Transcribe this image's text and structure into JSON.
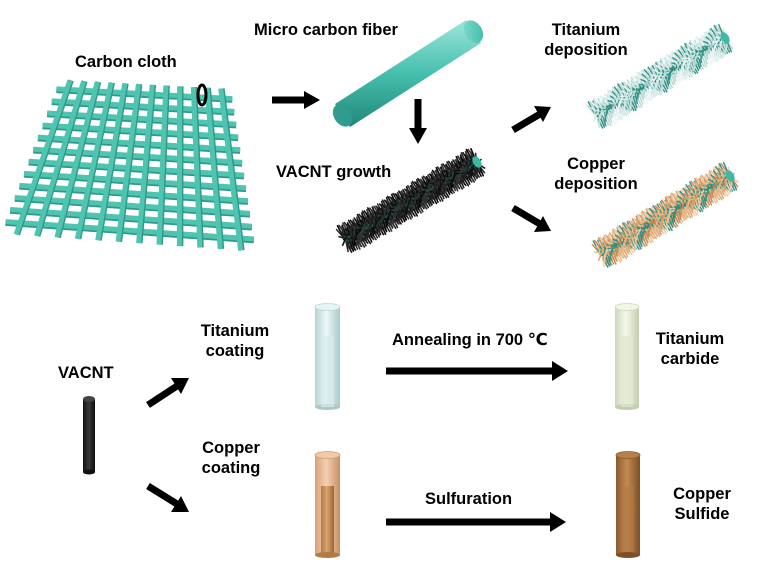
{
  "labels": {
    "carbon_cloth": "Carbon cloth",
    "micro_carbon_fiber": "Micro carbon fiber",
    "vacnt_growth": "VACNT growth",
    "titanium_deposition_1": "Titanium",
    "titanium_deposition_2": "deposition",
    "copper_deposition_1": "Copper",
    "copper_deposition_2": "deposition",
    "vacnt": "VACNT",
    "titanium_coating_1": "Titanium",
    "titanium_coating_2": "coating",
    "copper_coating_1": "Copper",
    "copper_coating_2": "coating",
    "annealing": "Annealing in 700 ℃",
    "sulfuration": "Sulfuration",
    "titanium_carbide_1": "Titanium",
    "titanium_carbide_2": "carbide",
    "copper_sulfide_1": "Copper",
    "copper_sulfide_2": "Sulfide"
  },
  "colors": {
    "cloth_teal": "#4fc4b0",
    "fiber_teal": "#3fb8a6",
    "cnt_black": "#1d2321",
    "titanium_coat": "#cfe6e4",
    "copper_coat": "#d9a36f",
    "copper_sulfide": "#a8743f",
    "titanium_carbide": "#e6ecd7"
  },
  "icons": {
    "arrow": "arrow-icon",
    "zoom_ring": "zoom-ring-icon"
  }
}
